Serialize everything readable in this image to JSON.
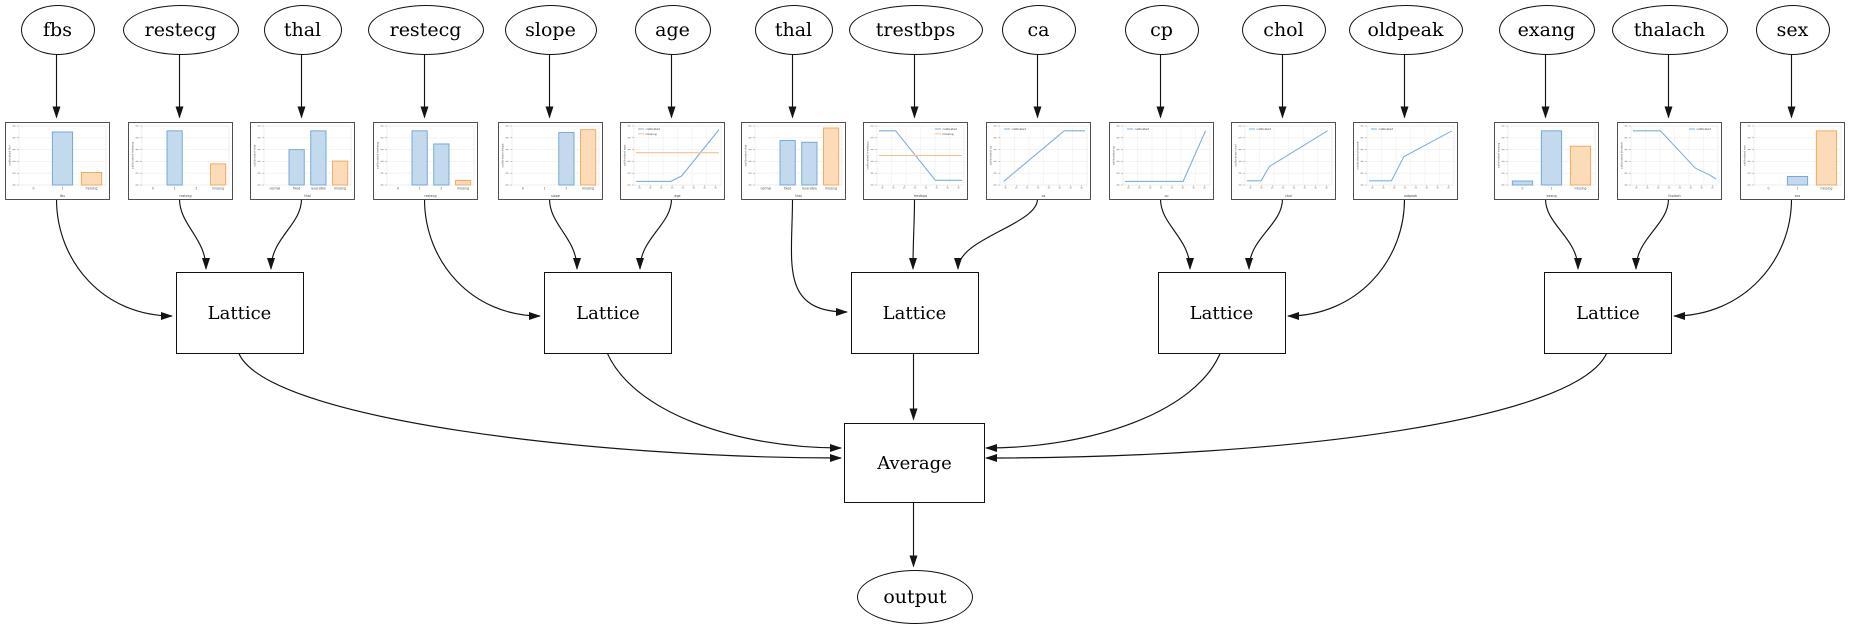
{
  "labels": {
    "lattice": "Lattice",
    "average": "Average",
    "output": "output"
  },
  "colors": {
    "bar_blue_fill": "#c3d9ee",
    "bar_blue_edge": "#6ba3d6",
    "bar_orange_fill": "#fcdcb8",
    "bar_orange_edge": "#f0a558",
    "line_blue": "#7db0dd",
    "line_orange": "#f7c089",
    "edge_line": "#141414",
    "node_border": "#111111",
    "chart_border": "#4f4f4f"
  },
  "features": [
    {
      "name": "fbs",
      "lattice": 0,
      "chart": {
        "type": "bar",
        "xlabel": "fbs",
        "ylabel": "calibrated fbs",
        "categories": [
          "0",
          "1",
          "missing"
        ],
        "bars": [
          {
            "category": "1",
            "value": 0.93,
            "color": "blue"
          },
          {
            "category": "missing",
            "value": 0.22,
            "color": "orange"
          }
        ]
      }
    },
    {
      "name": "restecg",
      "lattice": 0,
      "chart": {
        "type": "bar",
        "xlabel": "restecg",
        "ylabel": "calibrated restecg",
        "categories": [
          "0",
          "1",
          "2",
          "missing"
        ],
        "bars": [
          {
            "category": "1",
            "value": 0.95,
            "color": "blue"
          },
          {
            "category": "missing",
            "value": 0.37,
            "color": "orange"
          }
        ]
      }
    },
    {
      "name": "thal",
      "lattice": 0,
      "chart": {
        "type": "bar",
        "xlabel": "thal",
        "ylabel": "calibrated thal",
        "categories": [
          "normal",
          "fixed",
          "reversible",
          "missing"
        ],
        "bars": [
          {
            "category": "fixed",
            "value": 0.62,
            "color": "blue"
          },
          {
            "category": "reversible",
            "value": 0.95,
            "color": "blue"
          },
          {
            "category": "missing",
            "value": 0.42,
            "color": "orange"
          }
        ]
      }
    },
    {
      "name": "restecg",
      "lattice": 1,
      "chart": {
        "type": "bar",
        "xlabel": "restecg",
        "ylabel": "calibrated restecg",
        "categories": [
          "0",
          "1",
          "2",
          "missing"
        ],
        "bars": [
          {
            "category": "1",
            "value": 0.95,
            "color": "blue"
          },
          {
            "category": "2",
            "value": 0.72,
            "color": "blue"
          },
          {
            "category": "missing",
            "value": 0.08,
            "color": "orange"
          }
        ]
      }
    },
    {
      "name": "slope",
      "lattice": 1,
      "chart": {
        "type": "bar",
        "xlabel": "slope",
        "ylabel": "calibrated slope",
        "categories": [
          "0",
          "1",
          "2",
          "missing"
        ],
        "bars": [
          {
            "category": "2",
            "value": 0.92,
            "color": "blue"
          },
          {
            "category": "missing",
            "value": 0.97,
            "color": "orange"
          }
        ]
      }
    },
    {
      "name": "age",
      "lattice": 1,
      "chart": {
        "type": "line",
        "xlabel": "age",
        "ylabel": "calibrated age",
        "legend_pos": "nw",
        "lines": [
          {
            "name": "calibrated",
            "color": "blue",
            "points": [
              [
                0,
                0.03
              ],
              [
                0.42,
                0.03
              ],
              [
                0.55,
                0.13
              ],
              [
                1,
                0.97
              ]
            ]
          },
          {
            "name": "missing",
            "color": "orange",
            "points": [
              [
                0,
                0.55
              ],
              [
                1,
                0.55
              ]
            ]
          }
        ]
      }
    },
    {
      "name": "thal",
      "lattice": 2,
      "chart": {
        "type": "bar",
        "xlabel": "thal",
        "ylabel": "calibrated thal",
        "categories": [
          "normal",
          "fixed",
          "reversible",
          "missing"
        ],
        "bars": [
          {
            "category": "fixed",
            "value": 0.78,
            "color": "blue"
          },
          {
            "category": "reversible",
            "value": 0.75,
            "color": "blue"
          },
          {
            "category": "missing",
            "value": 1.0,
            "color": "orange"
          }
        ]
      }
    },
    {
      "name": "trestbps",
      "lattice": 2,
      "chart": {
        "type": "line",
        "xlabel": "trestbps",
        "ylabel": "calibrated trestbps",
        "legend_pos": "ne",
        "lines": [
          {
            "name": "calibrated",
            "color": "blue",
            "points": [
              [
                0,
                0.95
              ],
              [
                0.2,
                0.95
              ],
              [
                0.68,
                0.05
              ],
              [
                1,
                0.05
              ]
            ]
          },
          {
            "name": "missing",
            "color": "orange",
            "points": [
              [
                0,
                0.5
              ],
              [
                1,
                0.5
              ]
            ]
          }
        ]
      }
    },
    {
      "name": "ca",
      "lattice": 2,
      "chart": {
        "type": "line",
        "xlabel": "ca",
        "ylabel": "calibrated ca",
        "legend_pos": "nw",
        "lines": [
          {
            "name": "calibrated",
            "color": "blue",
            "points": [
              [
                0.02,
                0.03
              ],
              [
                0.75,
                0.95
              ],
              [
                1,
                0.95
              ]
            ]
          }
        ]
      }
    },
    {
      "name": "cp",
      "lattice": 3,
      "chart": {
        "type": "line",
        "xlabel": "cp",
        "ylabel": "calibrated cp",
        "legend_pos": "nw",
        "lines": [
          {
            "name": "calibrated",
            "color": "blue",
            "points": [
              [
                0,
                0.03
              ],
              [
                0.7,
                0.03
              ],
              [
                0.97,
                0.95
              ]
            ]
          }
        ]
      }
    },
    {
      "name": "chol",
      "lattice": 3,
      "chart": {
        "type": "line",
        "xlabel": "chol",
        "ylabel": "calibrated chol",
        "legend_pos": "nw",
        "lines": [
          {
            "name": "calibrated",
            "color": "blue",
            "points": [
              [
                0,
                0.04
              ],
              [
                0.17,
                0.04
              ],
              [
                0.27,
                0.3
              ],
              [
                0.97,
                0.95
              ]
            ]
          }
        ]
      }
    },
    {
      "name": "oldpeak",
      "lattice": 3,
      "chart": {
        "type": "line",
        "xlabel": "oldpeak",
        "ylabel": "calibrated oldpeak",
        "legend_pos": "nw",
        "lines": [
          {
            "name": "calibrated",
            "color": "blue",
            "points": [
              [
                0,
                0.04
              ],
              [
                0.27,
                0.04
              ],
              [
                0.42,
                0.48
              ],
              [
                1,
                0.95
              ]
            ]
          }
        ]
      }
    },
    {
      "name": "exang",
      "lattice": 4,
      "chart": {
        "type": "bar",
        "xlabel": "exang",
        "ylabel": "calibrated exang",
        "categories": [
          "0",
          "1",
          "missing"
        ],
        "bars": [
          {
            "category": "0",
            "value": 0.07,
            "color": "blue"
          },
          {
            "category": "1",
            "value": 0.95,
            "color": "blue"
          },
          {
            "category": "missing",
            "value": 0.68,
            "color": "orange"
          }
        ]
      }
    },
    {
      "name": "thalach",
      "lattice": 4,
      "chart": {
        "type": "line",
        "xlabel": "thalach",
        "ylabel": "calibrated thalach",
        "legend_pos": "ne",
        "lines": [
          {
            "name": "calibrated",
            "color": "blue",
            "points": [
              [
                0,
                0.95
              ],
              [
                0.33,
                0.95
              ],
              [
                0.75,
                0.27
              ],
              [
                0.92,
                0.15
              ],
              [
                1,
                0.07
              ]
            ]
          }
        ]
      }
    },
    {
      "name": "sex",
      "lattice": 4,
      "chart": {
        "type": "bar",
        "xlabel": "sex",
        "ylabel": "calibrated sex",
        "categories": [
          "0",
          "1",
          "missing"
        ],
        "bars": [
          {
            "category": "1",
            "value": 0.15,
            "color": "blue"
          },
          {
            "category": "missing",
            "value": 0.95,
            "color": "orange"
          }
        ]
      }
    }
  ]
}
